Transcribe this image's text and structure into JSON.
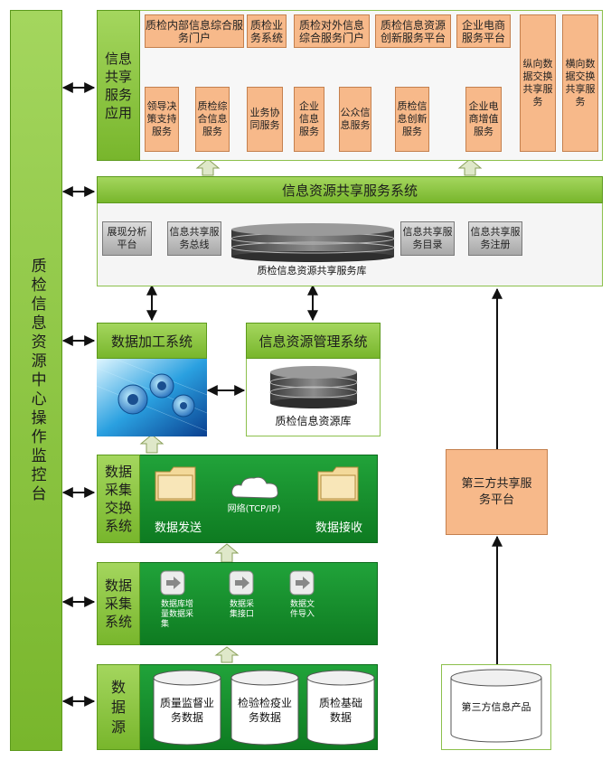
{
  "monitor": {
    "label": "质检信息资源中心操作监控台"
  },
  "app_layer": {
    "title": "信息共享服务应用",
    "portals": [
      "质检内部信息综合服务门户",
      "质检业务系统",
      "质检对外信息综合服务门户",
      "质检信息资源创新服务平台",
      "企业电商服务平台"
    ],
    "services": [
      "领导决策支持服务",
      "质检综合信息服务",
      "业务协同服务",
      "企业信息服务",
      "公众信息服务",
      "质检信息创新服务",
      "企业电商增值服务"
    ],
    "exchange": [
      "纵向数据交换共享服务",
      "横向数据交换共享服务"
    ]
  },
  "sharing_system": {
    "title": "信息资源共享服务系统",
    "buttons": [
      "展现分析平台",
      "信息共享服务总线",
      "信息共享服务目录",
      "信息共享服务注册"
    ],
    "db_label": "质检信息资源共享服务库"
  },
  "processing": {
    "title": "数据加工系统"
  },
  "management": {
    "title": "信息资源管理系统",
    "db_label": "质检信息资源库"
  },
  "exchange_system": {
    "title": "数据采集交换系统",
    "send": "数据发送",
    "receive": "数据接收",
    "network": "网络(TCP/IP)"
  },
  "collection": {
    "title": "数据采集系统",
    "items": [
      "数据库增量数据采集",
      "数据采集接口",
      "数据文件导入"
    ]
  },
  "sources": {
    "title": "数据源",
    "items": [
      "质量监督业务数据",
      "检验检疫业务数据",
      "质检基础数据"
    ]
  },
  "third_party": {
    "platform": "第三方共享服务平台",
    "product": "第三方信息产品"
  }
}
